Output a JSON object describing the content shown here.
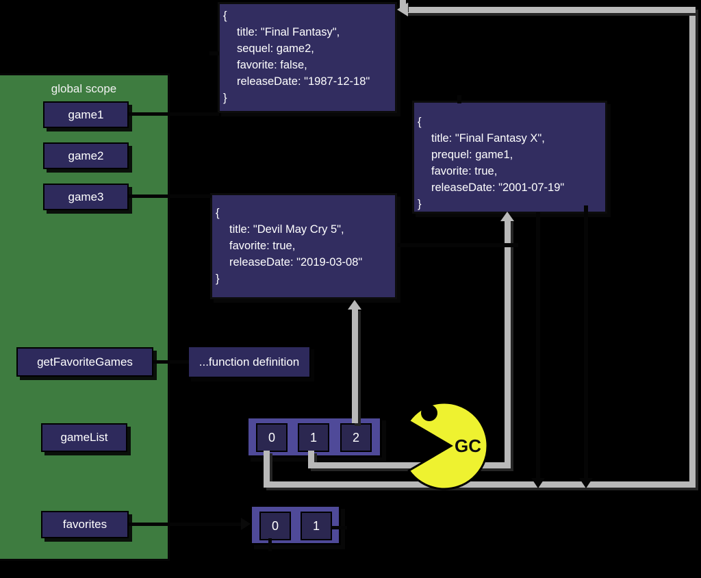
{
  "scope": {
    "label": "global scope",
    "variables": [
      {
        "label": "game1"
      },
      {
        "label": "game2"
      },
      {
        "label": "game3"
      },
      {
        "label": "getFavoriteGames"
      },
      {
        "label": "gameList"
      },
      {
        "label": "favorites"
      }
    ]
  },
  "objects": {
    "finalFantasy": {
      "lines": [
        "{",
        "title: \"Final Fantasy\",",
        "sequel: game2,",
        "favorite: false,",
        "releaseDate: \"1987-12-18\"",
        "}"
      ]
    },
    "finalFantasyX": {
      "lines": [
        "{",
        "title: \"Final Fantasy X\",",
        "prequel: game1,",
        "favorite: true,",
        "releaseDate: \"2001-07-19\"",
        "}"
      ]
    },
    "devilMayCry": {
      "lines": [
        "{",
        "title: \"Devil May Cry 5\",",
        "favorite: true,",
        "releaseDate: \"2019-03-08\"",
        "}"
      ]
    }
  },
  "function_box": {
    "label": "...function definition"
  },
  "arrays": {
    "gameList": {
      "cells": [
        "0",
        "1",
        "2"
      ]
    },
    "favorites": {
      "cells": [
        "0",
        "1"
      ]
    }
  },
  "gc": {
    "label": "GC"
  },
  "colors": {
    "scope_green": "#3e7c40",
    "variable_navy": "#2e2a5c",
    "object_navy": "#322d60",
    "array_purple": "#4f4a99",
    "cell_navy": "#2b2750",
    "connector_gray": "#b9b9b9",
    "connector_black": "#050505",
    "pacman_yellow": "#eef230",
    "text_white": "#ffffff"
  }
}
